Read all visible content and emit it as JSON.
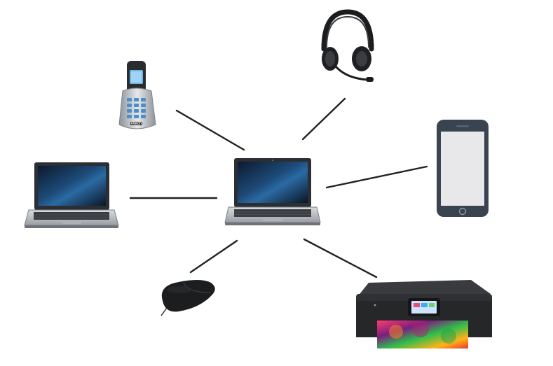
{
  "diagram": {
    "type": "network",
    "center": {
      "name": "laptop-hub"
    },
    "devices": [
      {
        "name": "cordless-phone",
        "brand": "vtech"
      },
      {
        "name": "headset"
      },
      {
        "name": "smartphone"
      },
      {
        "name": "laptop-left"
      },
      {
        "name": "mouse"
      },
      {
        "name": "printer"
      }
    ]
  },
  "colors": {
    "line": "#222222",
    "laptop_body": "#b9bcc0",
    "laptop_screen": "#142a45",
    "phone_frame": "#3a4350",
    "phone_screen": "#e8e8ea",
    "printer_body": "#262729",
    "mouse_body": "#1c1d1f"
  }
}
